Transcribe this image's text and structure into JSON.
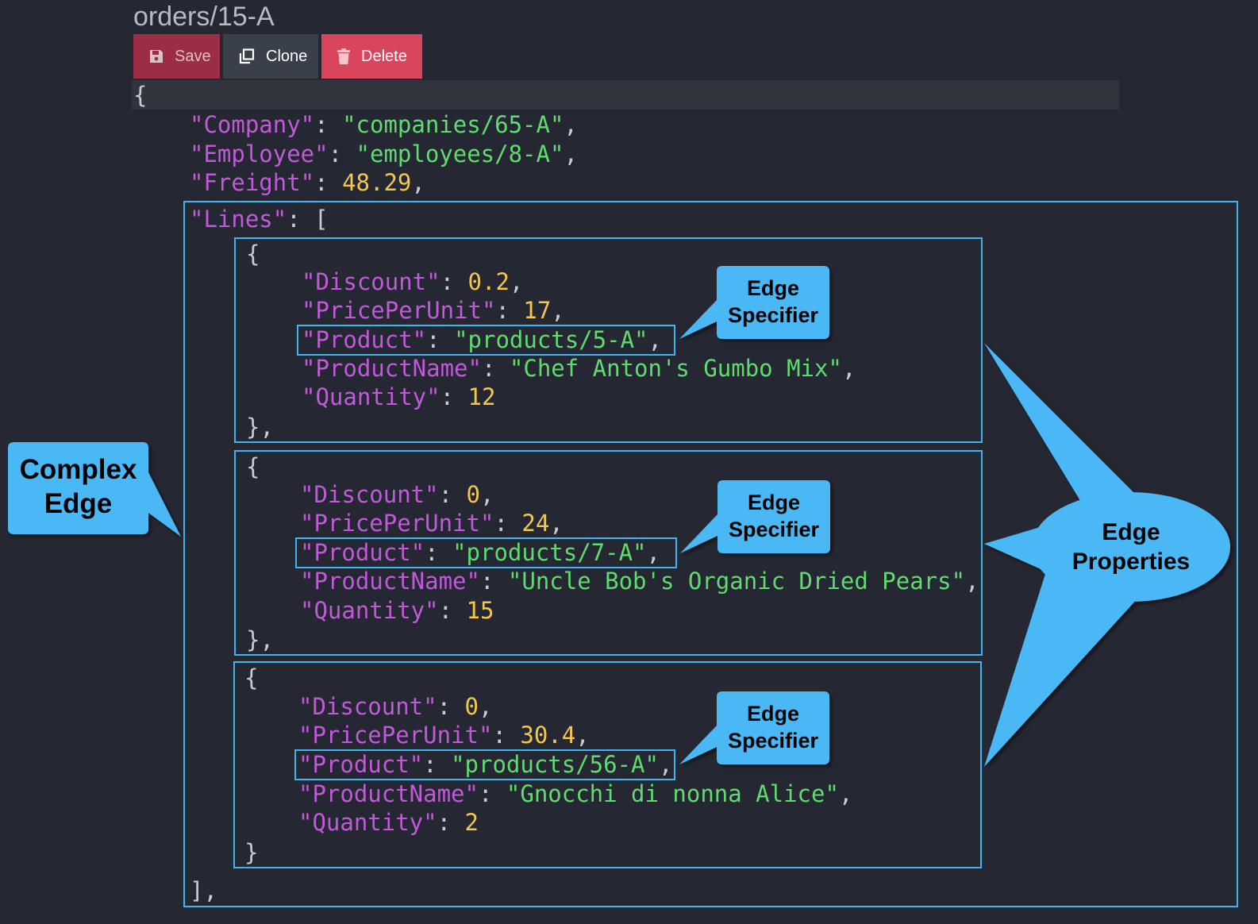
{
  "document": {
    "title": "orders/15-A"
  },
  "toolbar": {
    "save_label": "Save",
    "clone_label": "Clone",
    "delete_label": "Delete"
  },
  "json": {
    "open_brace": "{",
    "company_key": "\"Company\"",
    "company_value": "\"companies/65-A\"",
    "employee_key": "\"Employee\"",
    "employee_value": "\"employees/8-A\"",
    "freight_key": "\"Freight\"",
    "freight_value": "48.29",
    "lines_key": "\"Lines\"",
    "lines_open": "[",
    "lines_close": "],",
    "lines": [
      {
        "open": "{",
        "discount_key": "\"Discount\"",
        "discount_value": "0.2",
        "ppu_key": "\"PricePerUnit\"",
        "ppu_value": "17",
        "product_key": "\"Product\"",
        "product_value": "\"products/5-A\"",
        "pname_key": "\"ProductName\"",
        "pname_value": "\"Chef Anton's Gumbo Mix\"",
        "qty_key": "\"Quantity\"",
        "qty_value": "12",
        "close": "},"
      },
      {
        "open": "{",
        "discount_key": "\"Discount\"",
        "discount_value": "0",
        "ppu_key": "\"PricePerUnit\"",
        "ppu_value": "24",
        "product_key": "\"Product\"",
        "product_value": "\"products/7-A\"",
        "pname_key": "\"ProductName\"",
        "pname_value": "\"Uncle Bob's Organic Dried Pears\"",
        "qty_key": "\"Quantity\"",
        "qty_value": "15",
        "close": "},"
      },
      {
        "open": "{",
        "discount_key": "\"Discount\"",
        "discount_value": "0",
        "ppu_key": "\"PricePerUnit\"",
        "ppu_value": "30.4",
        "product_key": "\"Product\"",
        "product_value": "\"products/56-A\"",
        "pname_key": "\"ProductName\"",
        "pname_value": "\"Gnocchi di nonna Alice\"",
        "qty_key": "\"Quantity\"",
        "qty_value": "2",
        "close": "}"
      }
    ]
  },
  "annotations": {
    "complex_edge_line1": "Complex",
    "complex_edge_line2": "Edge",
    "edge_specifier_line1": "Edge",
    "edge_specifier_line2": "Specifier",
    "edge_properties_line1": "Edge",
    "edge_properties_line2": "Properties"
  },
  "colors": {
    "background": "#252733",
    "key": "#c15ad9",
    "string": "#5fdc6e",
    "number": "#f3c74c",
    "callout": "#4ab8f5",
    "save": "#9c2d45",
    "clone": "#3a3f4c",
    "delete": "#d8455c"
  }
}
